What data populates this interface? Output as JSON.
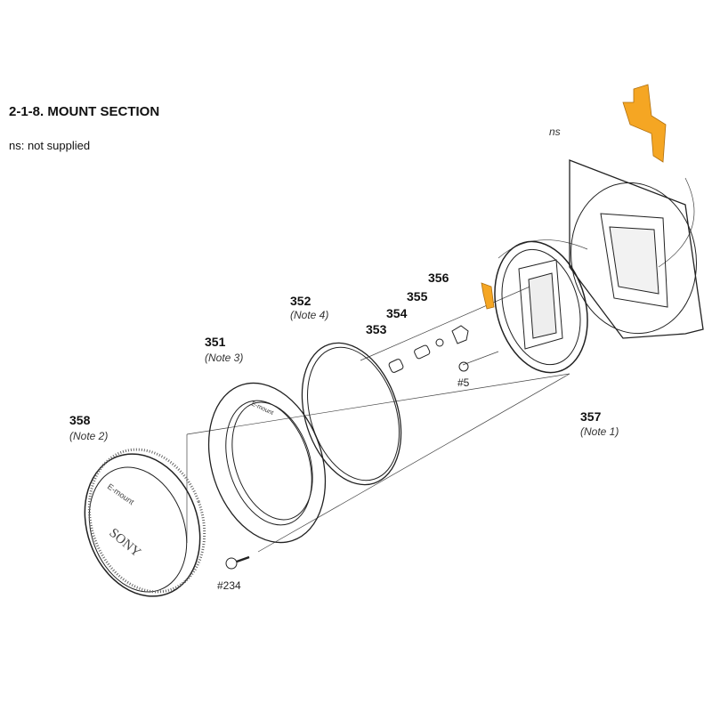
{
  "header": {
    "title": "2-1-8. MOUNT SECTION",
    "legend": "ns: not supplied"
  },
  "parts": [
    {
      "ref": "358",
      "note": "(Note 2)"
    },
    {
      "ref": "351",
      "note": "(Note 3)"
    },
    {
      "ref": "352",
      "note": "(Note 4)"
    },
    {
      "ref": "353"
    },
    {
      "ref": "354"
    },
    {
      "ref": "355"
    },
    {
      "ref": "356"
    },
    {
      "ref": "357",
      "note": "(Note 1)"
    }
  ],
  "screws": {
    "s5": "#5",
    "s234": "#234"
  },
  "frame_label": "ns",
  "cap_text": {
    "mount": "E-mount",
    "brand": "SONY"
  },
  "colors": {
    "flex": "#f5a623",
    "line": "#222222"
  }
}
